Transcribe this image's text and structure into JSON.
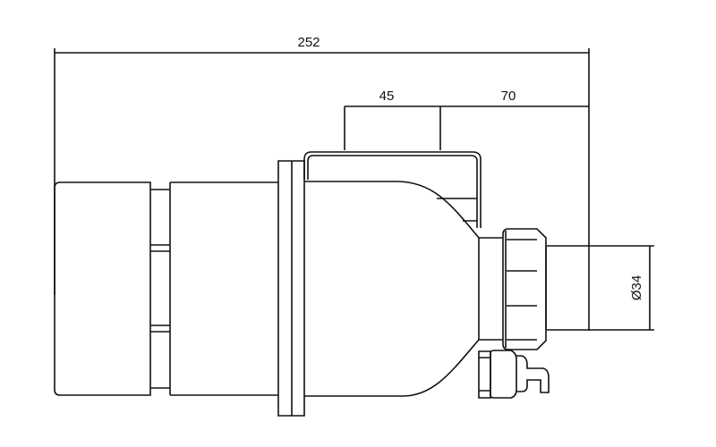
{
  "drawing": {
    "dimensions": {
      "overall_length": "252",
      "handle_width": "45",
      "handle_to_end": "70",
      "cable_diameter": "Ø34"
    }
  }
}
